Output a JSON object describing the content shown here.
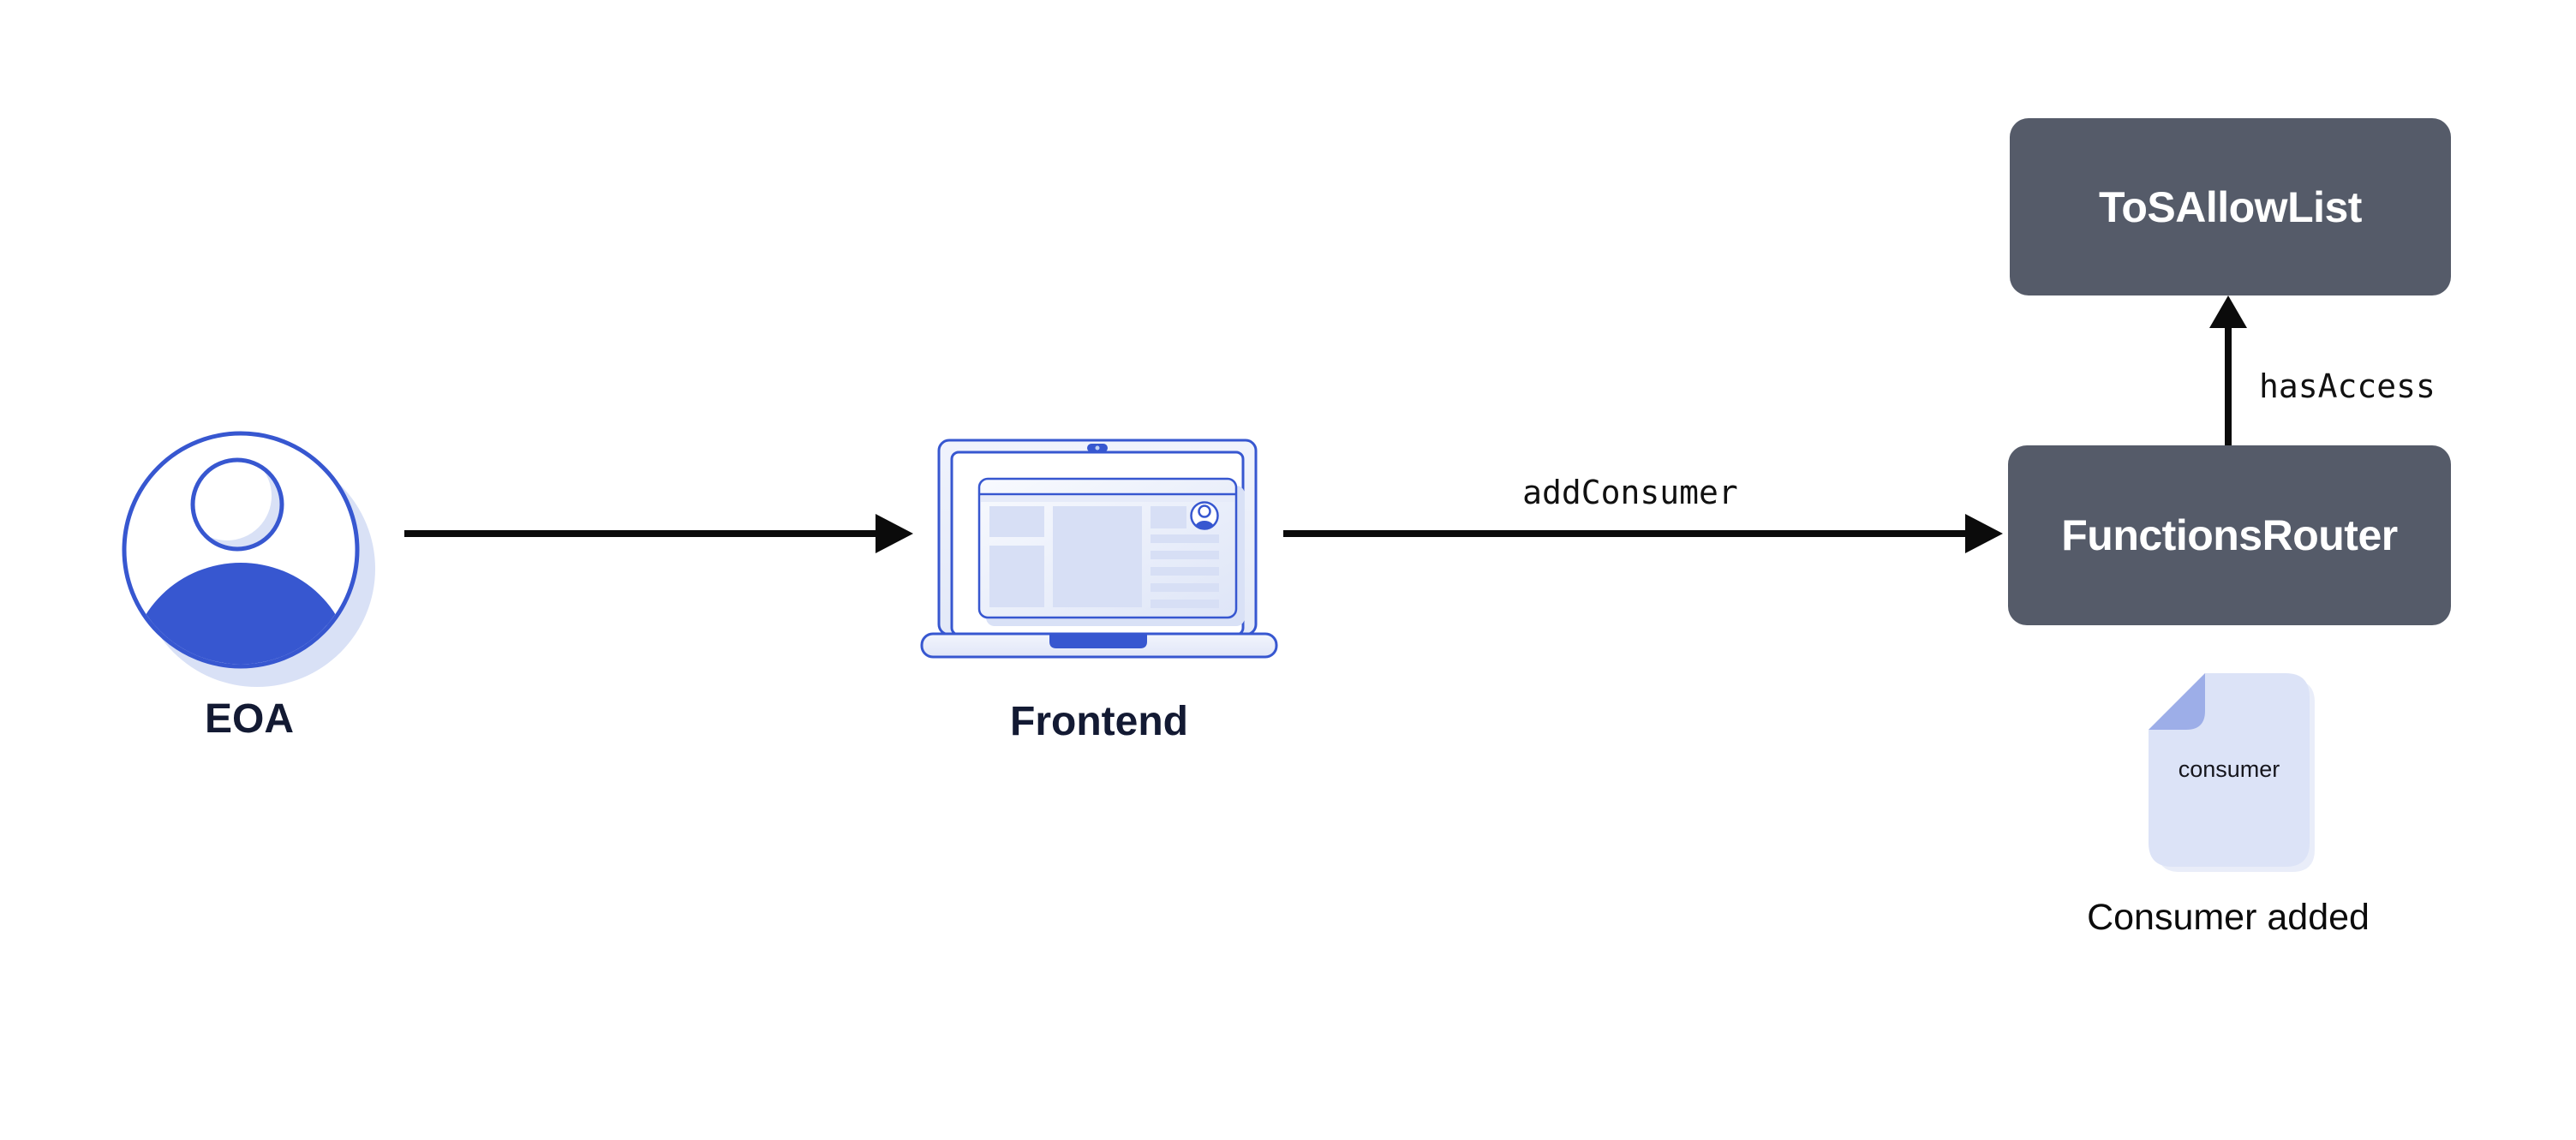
{
  "diagram": {
    "nodes": {
      "eoa": {
        "label": "EOA"
      },
      "frontend": {
        "label": "Frontend"
      },
      "tos_allow_list": {
        "label": "ToSAllowList"
      },
      "functions_router": {
        "label": "FunctionsRouter"
      },
      "consumer_doc": {
        "file_label": "consumer",
        "caption": "Consumer added"
      }
    },
    "edges": {
      "eoa_to_frontend": {
        "label": ""
      },
      "frontend_to_router": {
        "label": "addConsumer"
      },
      "router_to_allowlist": {
        "label": "hasAccess"
      }
    },
    "icons": {
      "eoa": "user-avatar-icon",
      "frontend": "laptop-icon",
      "consumer_doc": "document-icon"
    },
    "colors": {
      "brand_blue": "#3757D0",
      "box_gray": "#555B69",
      "lavender": "#DCE3F7",
      "lav_shadow": "#D9E1F6",
      "lav_block": "#D7DFF5",
      "fold": "#9DAEE8",
      "navy": "#131A33",
      "arrow": "#0B0B0B",
      "white": "#FFFFFF"
    }
  }
}
